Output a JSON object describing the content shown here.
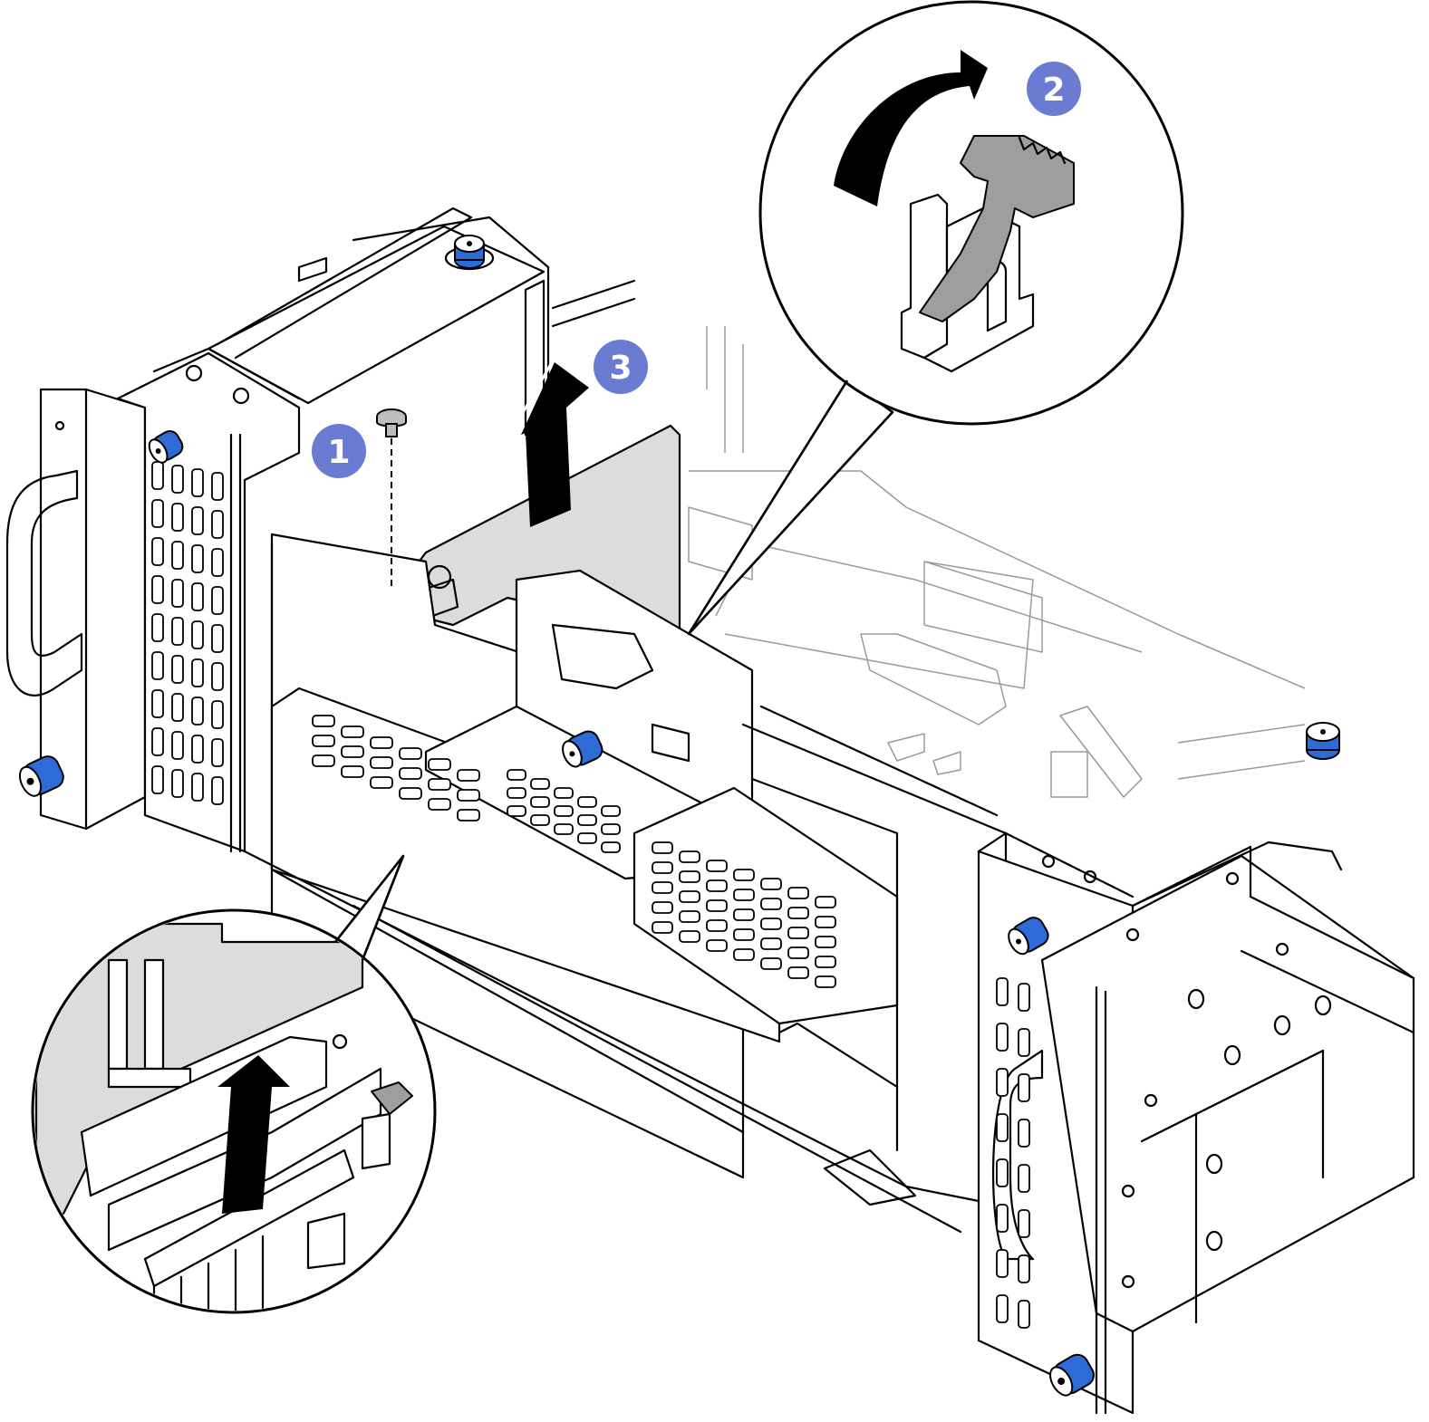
{
  "figure": {
    "callouts": [
      {
        "id": "step-1",
        "label": "1"
      },
      {
        "id": "step-2",
        "label": "2"
      },
      {
        "id": "step-3",
        "label": "3"
      }
    ],
    "colors": {
      "callout_fill": "#6b7bd1",
      "thumbscrew_blue": "#2f6bd6",
      "panel_gray": "#dcdcdc",
      "latch_gray": "#9e9e9e"
    },
    "icons": [
      "screw-icon",
      "lift-arrow-icon",
      "rotate-arrow-icon",
      "latch-icon",
      "thumbscrew-icon"
    ]
  }
}
